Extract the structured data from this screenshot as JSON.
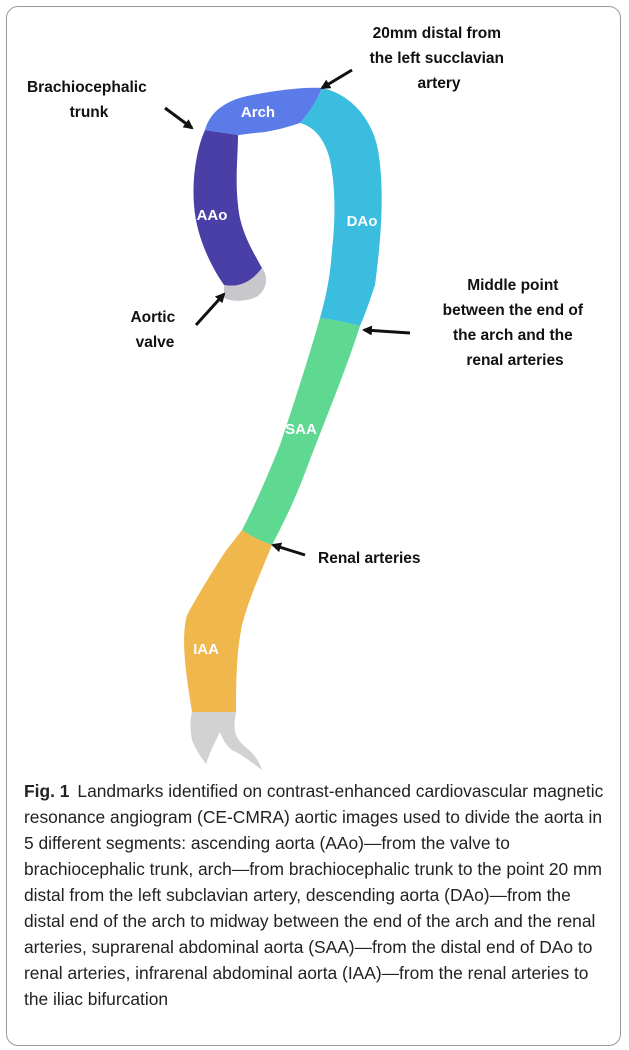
{
  "figure": {
    "segments": {
      "arch": {
        "label": "Arch",
        "color": "#5b7ce8"
      },
      "aao": {
        "label": "AAo",
        "color": "#4a3fa6"
      },
      "dao": {
        "label": "DAo",
        "color": "#3bbde0"
      },
      "saa": {
        "label": "SAA",
        "color": "#5fd892"
      },
      "iaa": {
        "label": "IAA",
        "color": "#f0b84c"
      },
      "valve_color": "#c8c8cc",
      "iliac_color": "#d2d2d2"
    },
    "landmarks": {
      "subclavian": [
        "20mm distal from",
        "the left succlavian",
        "artery"
      ],
      "brachiocephalic": [
        "Brachiocephalic",
        "trunk"
      ],
      "aortic_valve": [
        "Aortic",
        "valve"
      ],
      "midpoint": [
        "Middle point",
        "between the end of",
        "the arch and the",
        "renal arteries"
      ],
      "renal": [
        "Renal arteries"
      ]
    }
  },
  "caption": {
    "fig_label": "Fig. 1",
    "text": "Landmarks identified on contrast-enhanced cardiovascular magnetic resonance angiogram (CE-CMRA) aortic images used to divide the aorta in 5 different segments: ascending aorta (AAo)—from the valve to brachiocephalic trunk, arch—from brachiocephalic trunk to the point 20 mm distal from the left subclavian artery, descending aorta (DAo)—from the distal end of the arch to midway between the end of the arch and the renal arteries, suprarenal abdominal aorta (SAA)—from the distal end of DAo to renal arteries, infrarenal abdominal aorta (IAA)—from the renal arteries to the iliac bifurcation"
  }
}
